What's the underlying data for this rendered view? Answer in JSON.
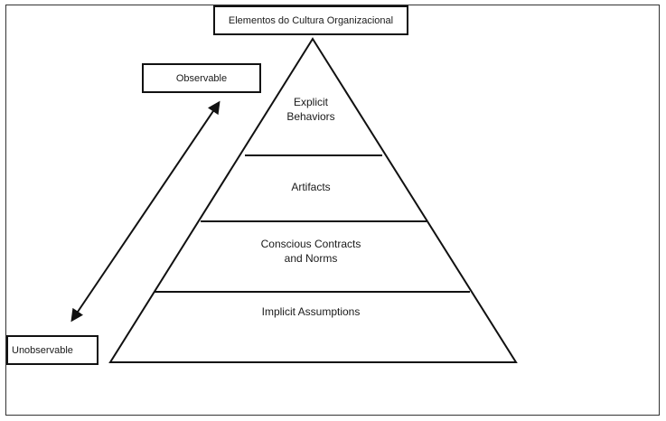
{
  "title": "Elementos do Cultura Organizacional",
  "axis": {
    "top_label": "Observable",
    "bottom_label": "Unobservable"
  },
  "layers": [
    {
      "line1": "Explicit",
      "line2": "Behaviors"
    },
    {
      "line1": "Artifacts",
      "line2": ""
    },
    {
      "line1": "Conscious Contracts",
      "line2": "and Norms"
    },
    {
      "line1": "Implicit Assumptions",
      "line2": ""
    }
  ],
  "colors": {
    "stroke": "#111111",
    "background": "#ffffff"
  }
}
